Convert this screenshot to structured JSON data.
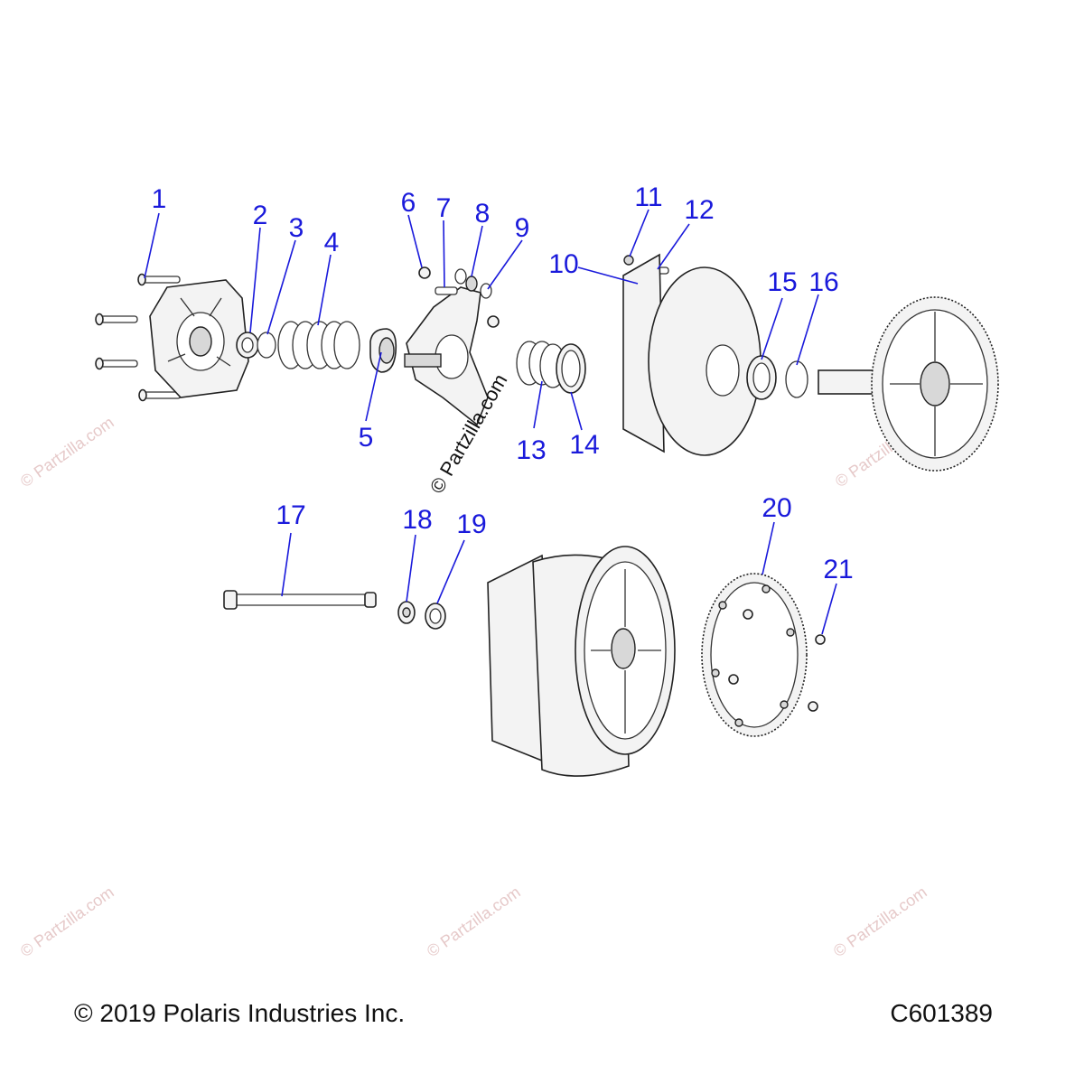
{
  "diagram": {
    "callouts": [
      {
        "id": "1",
        "label": "1"
      },
      {
        "id": "2",
        "label": "2"
      },
      {
        "id": "3",
        "label": "3"
      },
      {
        "id": "4",
        "label": "4"
      },
      {
        "id": "5",
        "label": "5"
      },
      {
        "id": "6",
        "label": "6"
      },
      {
        "id": "7",
        "label": "7"
      },
      {
        "id": "8",
        "label": "8"
      },
      {
        "id": "9",
        "label": "9"
      },
      {
        "id": "10",
        "label": "10"
      },
      {
        "id": "11",
        "label": "11"
      },
      {
        "id": "12",
        "label": "12"
      },
      {
        "id": "13",
        "label": "13"
      },
      {
        "id": "14",
        "label": "14"
      },
      {
        "id": "15",
        "label": "15"
      },
      {
        "id": "16",
        "label": "16"
      },
      {
        "id": "17",
        "label": "17"
      },
      {
        "id": "18",
        "label": "18"
      },
      {
        "id": "19",
        "label": "19"
      },
      {
        "id": "20",
        "label": "20"
      },
      {
        "id": "21",
        "label": "21"
      }
    ],
    "center_watermark": "© Partzilla.com",
    "watermark": "© Partzilla.com"
  },
  "footer": {
    "copyright": "© 2019 Polaris Industries Inc.",
    "code": "C601389"
  }
}
